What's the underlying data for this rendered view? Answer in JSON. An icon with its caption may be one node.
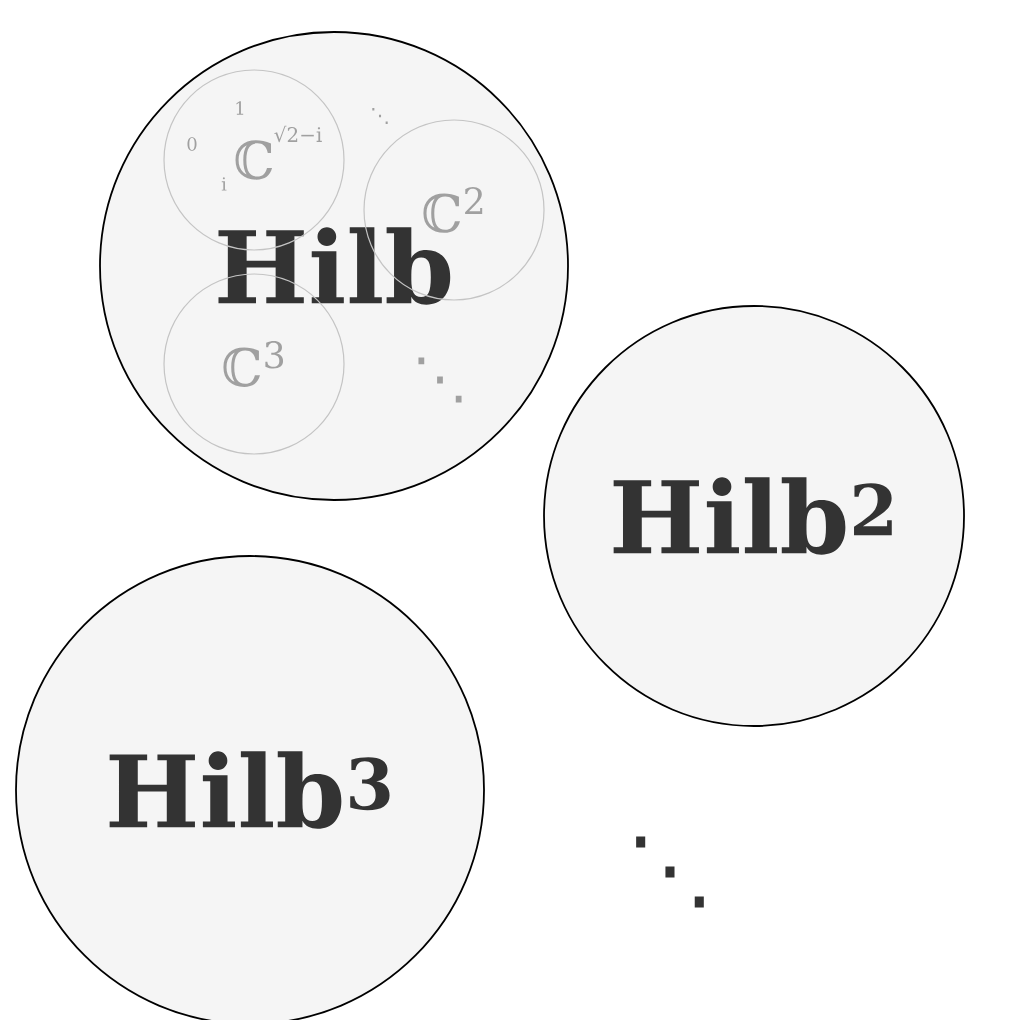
{
  "diagram": {
    "nodes": [
      {
        "text": [
          "Hilb"
        ]
      },
      {
        "text": [
          "1",
          "0",
          "ℂ",
          "√2−i",
          "i"
        ],
        "in": 0
      },
      {
        "text": [
          "ℂ$^{2}$"
        ],
        "in": 0
      },
      {
        "text": [
          "ℂ$^{3}$"
        ],
        "in": 0
      },
      {
        "text": [
          "Hilb$^{2}$"
        ]
      },
      {
        "text": [
          "Hilb$^{3}$"
        ]
      }
    ],
    "labels": [
      "⋱",
      "⋱",
      "⋱"
    ]
  }
}
